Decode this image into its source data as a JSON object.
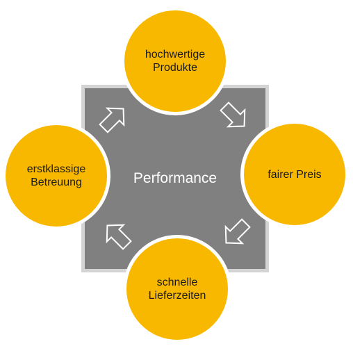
{
  "center": {
    "label": "Performance"
  },
  "nodes": {
    "top": {
      "line1": "hochwertige",
      "line2": "Produkte"
    },
    "right": {
      "line1": "fairer Preis",
      "line2": ""
    },
    "bottom": {
      "line1": "schnelle",
      "line2": "Lieferzeiten"
    },
    "left": {
      "line1": "erstklassige",
      "line2": "Betreuung"
    }
  },
  "colors": {
    "circle_fill": "#f9b800",
    "square_fill": "#808080",
    "square_border": "#d4d4d4",
    "arrow_stroke": "#ffffff",
    "center_text": "#ffffff"
  },
  "icons": [
    "arrow-up-right-icon",
    "arrow-down-right-icon",
    "arrow-down-left-icon",
    "arrow-up-left-icon"
  ]
}
